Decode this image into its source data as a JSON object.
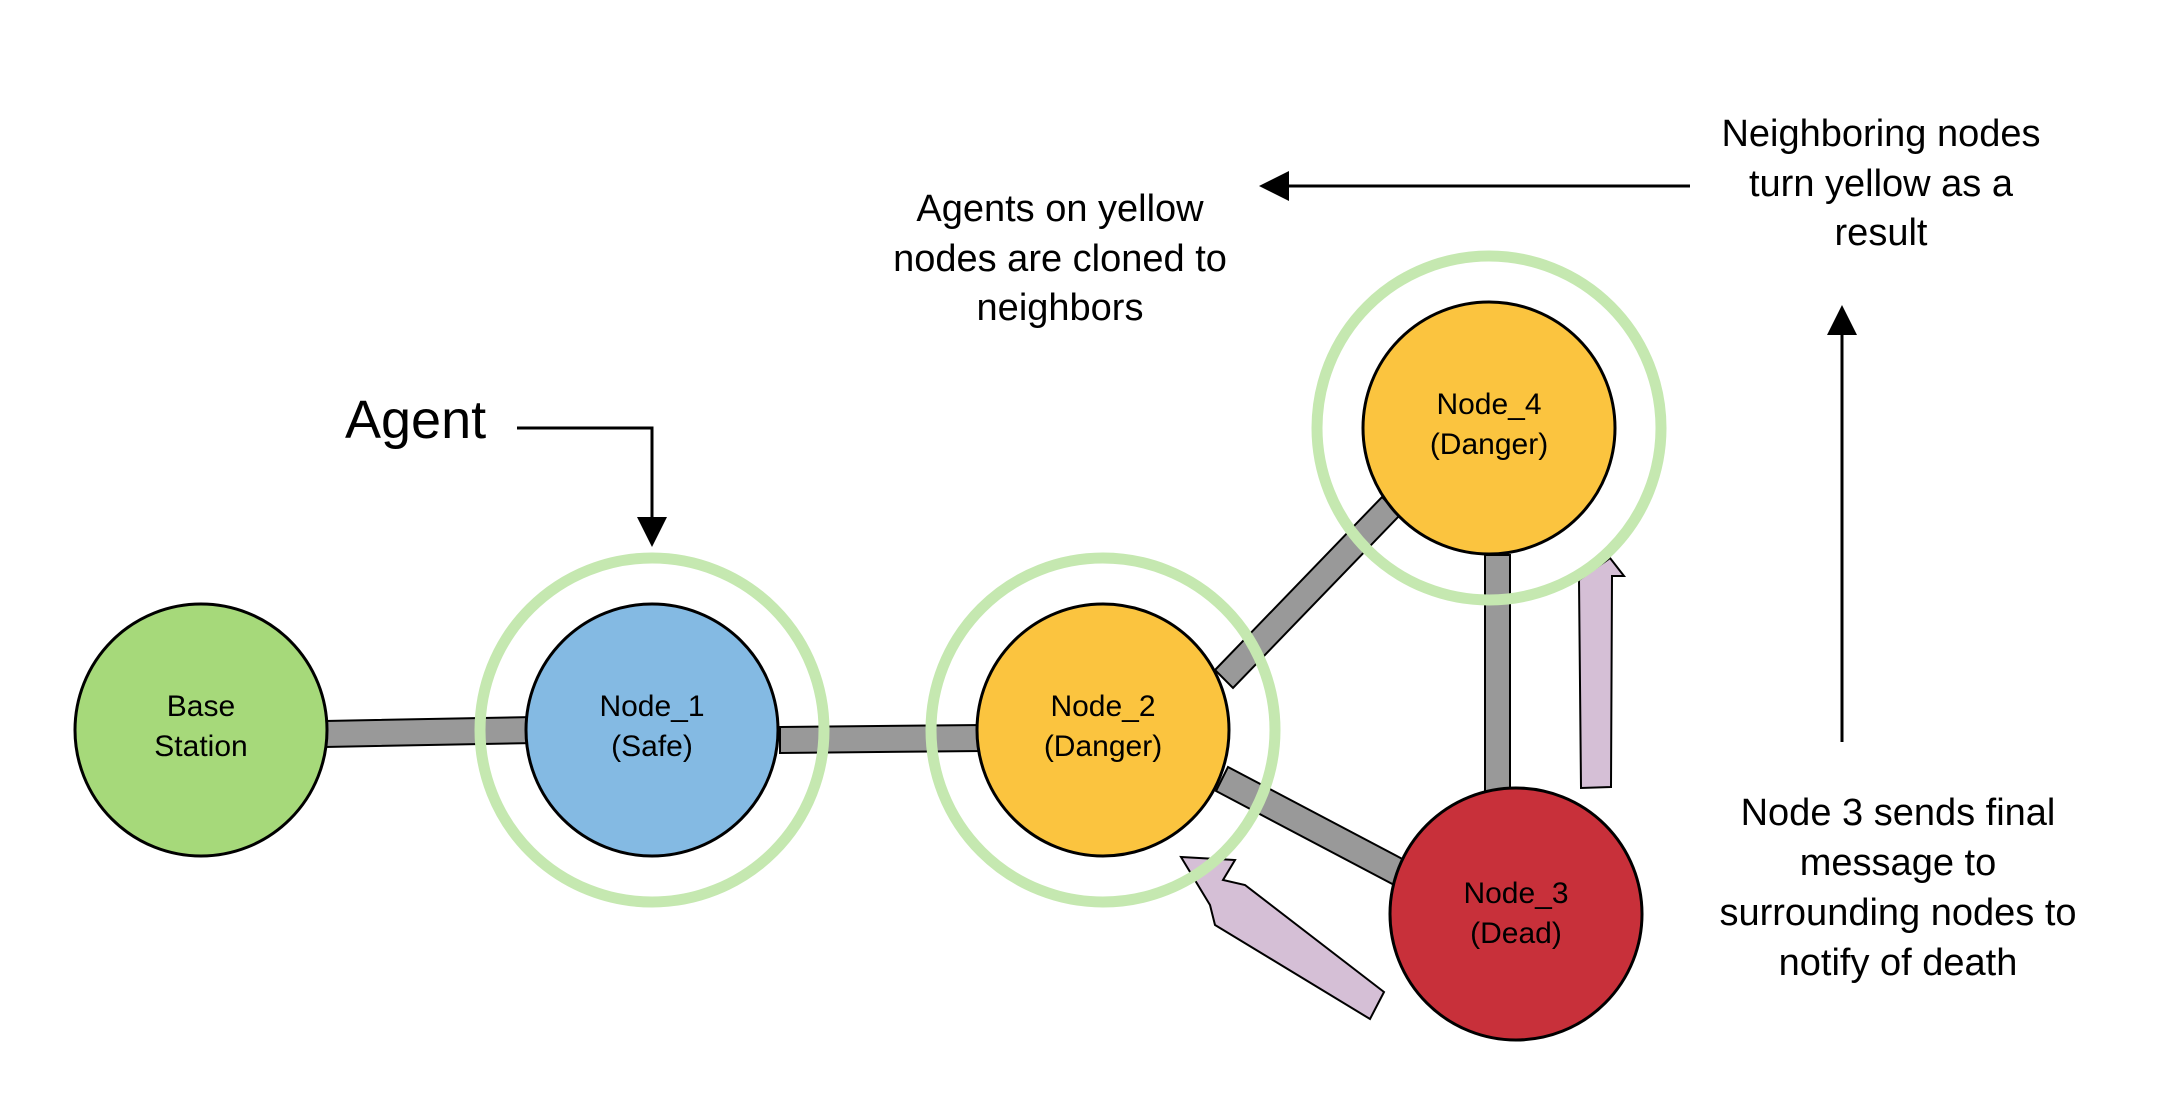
{
  "colors": {
    "edge": "#999999",
    "outline": "#000000",
    "ring": "#c5e8b0",
    "notify_arrow": "#d5bfd6",
    "base": "#a6d97a",
    "safe": "#84bae3",
    "danger": "#fbc43f",
    "dead": "#c8303a"
  },
  "nodes": {
    "base": {
      "line1": "Base",
      "line2": "Station"
    },
    "node1": {
      "line1": "Node_1",
      "line2": "(Safe)"
    },
    "node2": {
      "line1": "Node_2",
      "line2": "(Danger)"
    },
    "node3": {
      "line1": "Node_3",
      "line2": "(Dead)"
    },
    "node4": {
      "line1": "Node_4",
      "line2": "(Danger)"
    }
  },
  "annotations": {
    "agent": "Agent",
    "cloned": [
      "Agents on yellow",
      "nodes are cloned to",
      "neighbors"
    ],
    "neighboring": [
      "Neighboring nodes",
      "turn yellow as a",
      "result"
    ],
    "final_message": [
      "Node 3 sends final",
      "message to",
      "surrounding nodes to",
      "notify of death"
    ]
  }
}
